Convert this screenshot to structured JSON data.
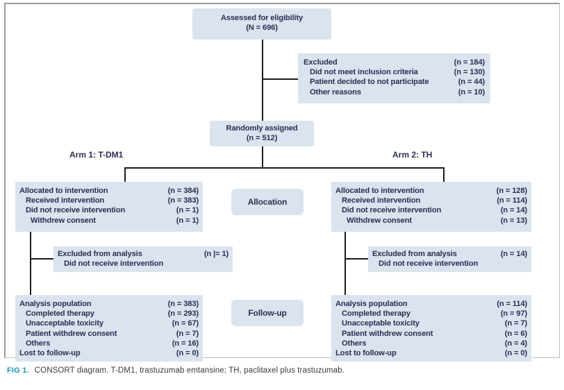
{
  "figure": {
    "label": "FIG 1.",
    "caption": "CONSORT diagram. T-DM1, trastuzumab emtansine; TH, paclitaxel plus trastuzumab.",
    "accent_color": "#1896b7",
    "box_fill": "#dbe3ef",
    "text_color": "#2b2f52",
    "line_color": "#1a1a1a",
    "frame_color": "#9a9a9a"
  },
  "nodes": {
    "assessed": {
      "title": "Assessed for eligibility",
      "count": "(N = 696)"
    },
    "excluded": {
      "rows": [
        {
          "label": "Excluded",
          "count": "(n = 184)",
          "indent": 0
        },
        {
          "label": "Did not meet inclusion criteria",
          "count": "(n = 130)",
          "indent": 1
        },
        {
          "label": "Patient decided to not participate",
          "count": "(n = 44)",
          "indent": 1
        },
        {
          "label": "Other reasons",
          "count": "(n = 10)",
          "indent": 1
        }
      ]
    },
    "randomized": {
      "title": "Randomly assigned",
      "count": "(n = 512)"
    },
    "arm1_label": "Arm 1: T-DM1",
    "arm2_label": "Arm 2: TH",
    "stage_allocation": "Allocation",
    "stage_followup": "Follow-up",
    "allocation_left": {
      "rows": [
        {
          "label": "Allocated to intervention",
          "count": "(n = 384)",
          "indent": 0
        },
        {
          "label": "Received intervention",
          "count": "(n = 383)",
          "indent": 1
        },
        {
          "label": "Did not receive intervention",
          "count": "(n = 1)",
          "indent": 1
        },
        {
          "label": "Withdrew consent",
          "count": "(n = 1)",
          "indent": 2
        }
      ]
    },
    "allocation_right": {
      "rows": [
        {
          "label": "Allocated to intervention",
          "count": "(n = 128)",
          "indent": 0
        },
        {
          "label": "Received intervention",
          "count": "(n = 114)",
          "indent": 1
        },
        {
          "label": "Did not receive intervention",
          "count": "(n = 14)",
          "indent": 1
        },
        {
          "label": "Withdrew consent",
          "count": "(n = 13)",
          "indent": 2
        }
      ]
    },
    "excluded_analysis_left": {
      "rows": [
        {
          "label": "Excluded from analysis",
          "count": "(n |= 1)",
          "indent": 0
        },
        {
          "label": "Did not receive intervention",
          "count": "",
          "indent": 1
        }
      ]
    },
    "excluded_analysis_right": {
      "rows": [
        {
          "label": "Excluded from analysis",
          "count": "(n = 14)",
          "indent": 0
        },
        {
          "label": "Did not receive intervention",
          "count": "",
          "indent": 1
        }
      ]
    },
    "followup_left": {
      "rows": [
        {
          "label": "Analysis population",
          "count": "(n = 383)",
          "indent": 0
        },
        {
          "label": "Completed therapy",
          "count": "(n = 293)",
          "indent": 1
        },
        {
          "label": "Unacceptable toxicity",
          "count": "(n = 67)",
          "indent": 1
        },
        {
          "label": "Patient withdrew consent",
          "count": "(n = 7)",
          "indent": 1
        },
        {
          "label": "Others",
          "count": "(n = 16)",
          "indent": 1
        },
        {
          "label": "Lost to follow-up",
          "count": "(n = 0)",
          "indent": 0
        }
      ]
    },
    "followup_right": {
      "rows": [
        {
          "label": "Analysis population",
          "count": "(n = 114)",
          "indent": 0
        },
        {
          "label": "Completed therapy",
          "count": "(n = 97)",
          "indent": 1
        },
        {
          "label": "Unacceptable toxicity",
          "count": "(n = 7)",
          "indent": 1
        },
        {
          "label": "Patient withdrew consent",
          "count": "(n = 6)",
          "indent": 1
        },
        {
          "label": "Others",
          "count": "(n = 4)",
          "indent": 1
        },
        {
          "label": "Lost to follow-up",
          "count": "(n = 0)",
          "indent": 0
        }
      ]
    }
  }
}
